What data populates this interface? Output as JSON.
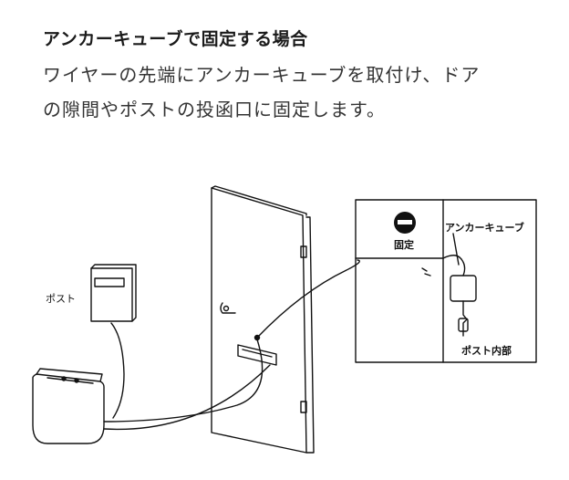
{
  "heading": "アンカーキューブで固定する場合",
  "description": {
    "line1": "ワイヤーの先端にアンカーキューブを取付け、ドア",
    "line2": "の隙間やポストの投函口に固定します。"
  },
  "illustration": {
    "post_label": "ポスト",
    "inset": {
      "fixed_label": "固定",
      "anchor_cube_label": "アンカーキューブ",
      "post_inside_label": "ポスト内部"
    },
    "icons": {
      "fixed_sign": "no-entry-icon"
    }
  }
}
